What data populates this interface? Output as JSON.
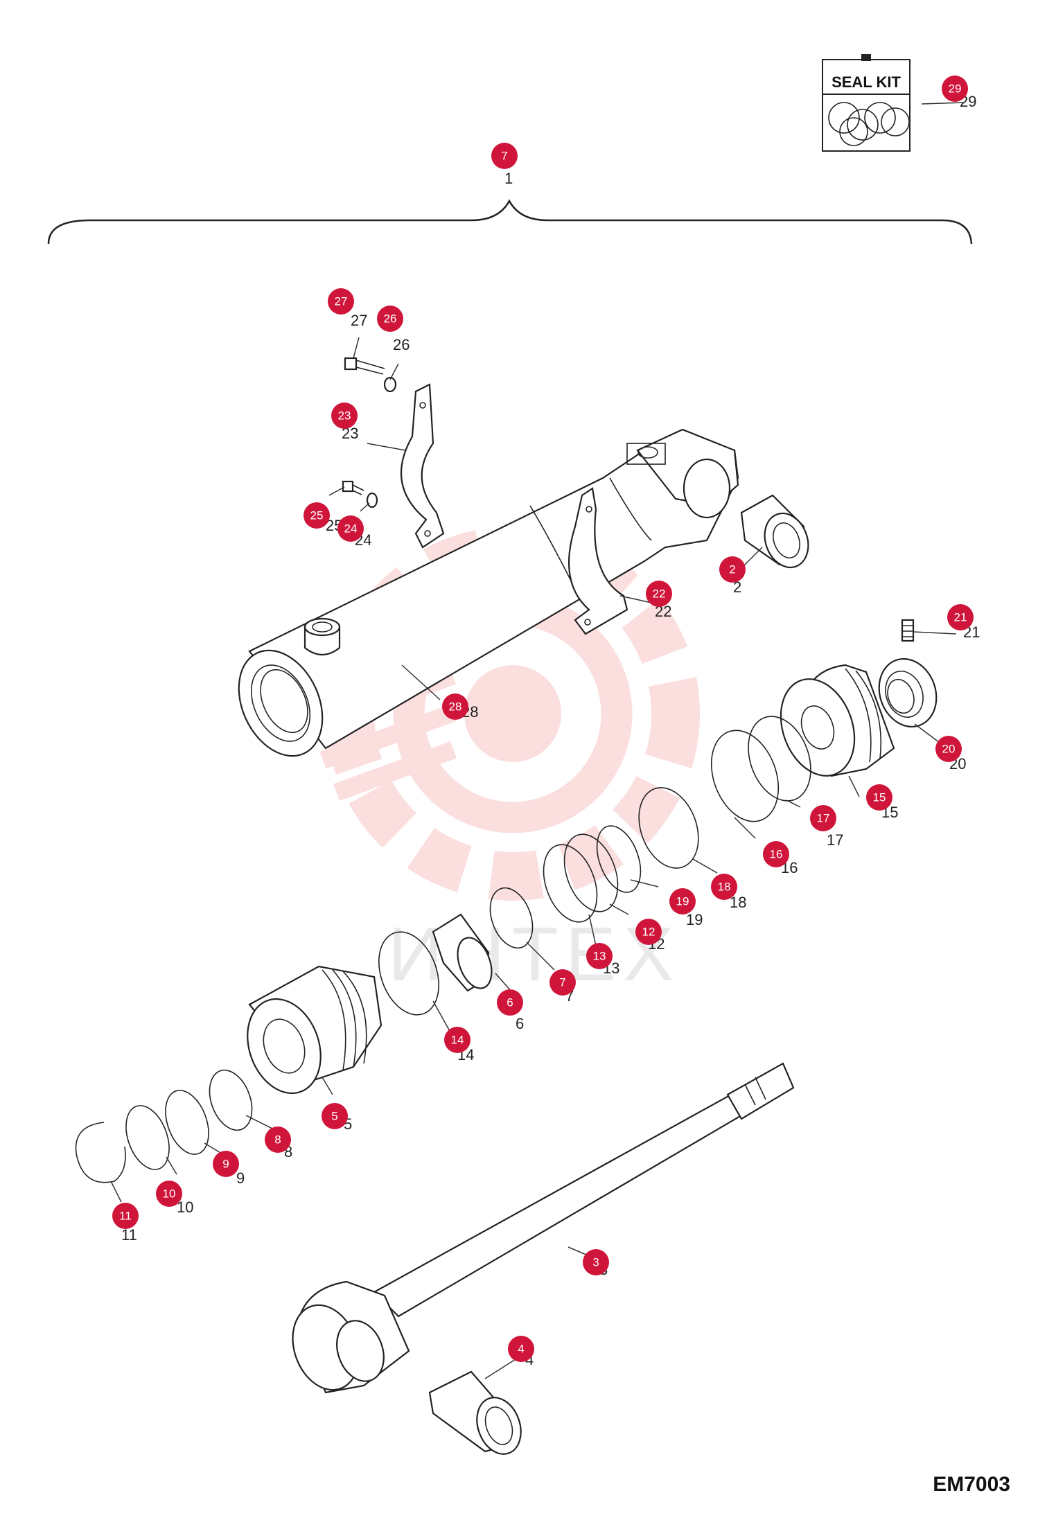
{
  "seal_kit": {
    "title": "SEAL KIT"
  },
  "figure_code": "EM7003",
  "watermark": "ИНТЕХ",
  "parts": [
    {
      "id": "p29",
      "label": "29",
      "badge": "29"
    },
    {
      "id": "p1",
      "label": "1",
      "badge": "7"
    },
    {
      "id": "p27",
      "label": "27",
      "badge": "27"
    },
    {
      "id": "p26",
      "label": "26",
      "badge": "26"
    },
    {
      "id": "p23",
      "label": "23",
      "badge": "23"
    },
    {
      "id": "p25",
      "label": "25",
      "badge": "25"
    },
    {
      "id": "p24",
      "label": "24",
      "badge": "24"
    },
    {
      "id": "p2",
      "label": "2",
      "badge": "2"
    },
    {
      "id": "p22",
      "label": "22",
      "badge": "22"
    },
    {
      "id": "p21",
      "label": "21",
      "badge": "21"
    },
    {
      "id": "p28",
      "label": "28",
      "badge": "28"
    },
    {
      "id": "p20",
      "label": "20",
      "badge": "20"
    },
    {
      "id": "p15",
      "label": "15",
      "badge": "15"
    },
    {
      "id": "p17",
      "label": "17",
      "badge": "17"
    },
    {
      "id": "p16",
      "label": "16",
      "badge": "16"
    },
    {
      "id": "p18",
      "label": "18",
      "badge": "18"
    },
    {
      "id": "p19",
      "label": "19",
      "badge": "19"
    },
    {
      "id": "p12",
      "label": "12",
      "badge": "12"
    },
    {
      "id": "p13",
      "label": "13",
      "badge": "13"
    },
    {
      "id": "p7",
      "label": "7",
      "badge": "7"
    },
    {
      "id": "p6",
      "label": "6",
      "badge": "6"
    },
    {
      "id": "p14",
      "label": "14",
      "badge": "14"
    },
    {
      "id": "p5",
      "label": "5",
      "badge": "5"
    },
    {
      "id": "p8",
      "label": "8",
      "badge": "8"
    },
    {
      "id": "p9",
      "label": "9",
      "badge": "9"
    },
    {
      "id": "p10",
      "label": "10",
      "badge": "10"
    },
    {
      "id": "p11",
      "label": "11",
      "badge": "11"
    },
    {
      "id": "p3",
      "label": "3",
      "badge": "3"
    },
    {
      "id": "p4",
      "label": "4",
      "badge": "4"
    }
  ],
  "colors": {
    "badge": "#d0153a",
    "line": "#222222",
    "watermark_red": "#f28a8a"
  }
}
